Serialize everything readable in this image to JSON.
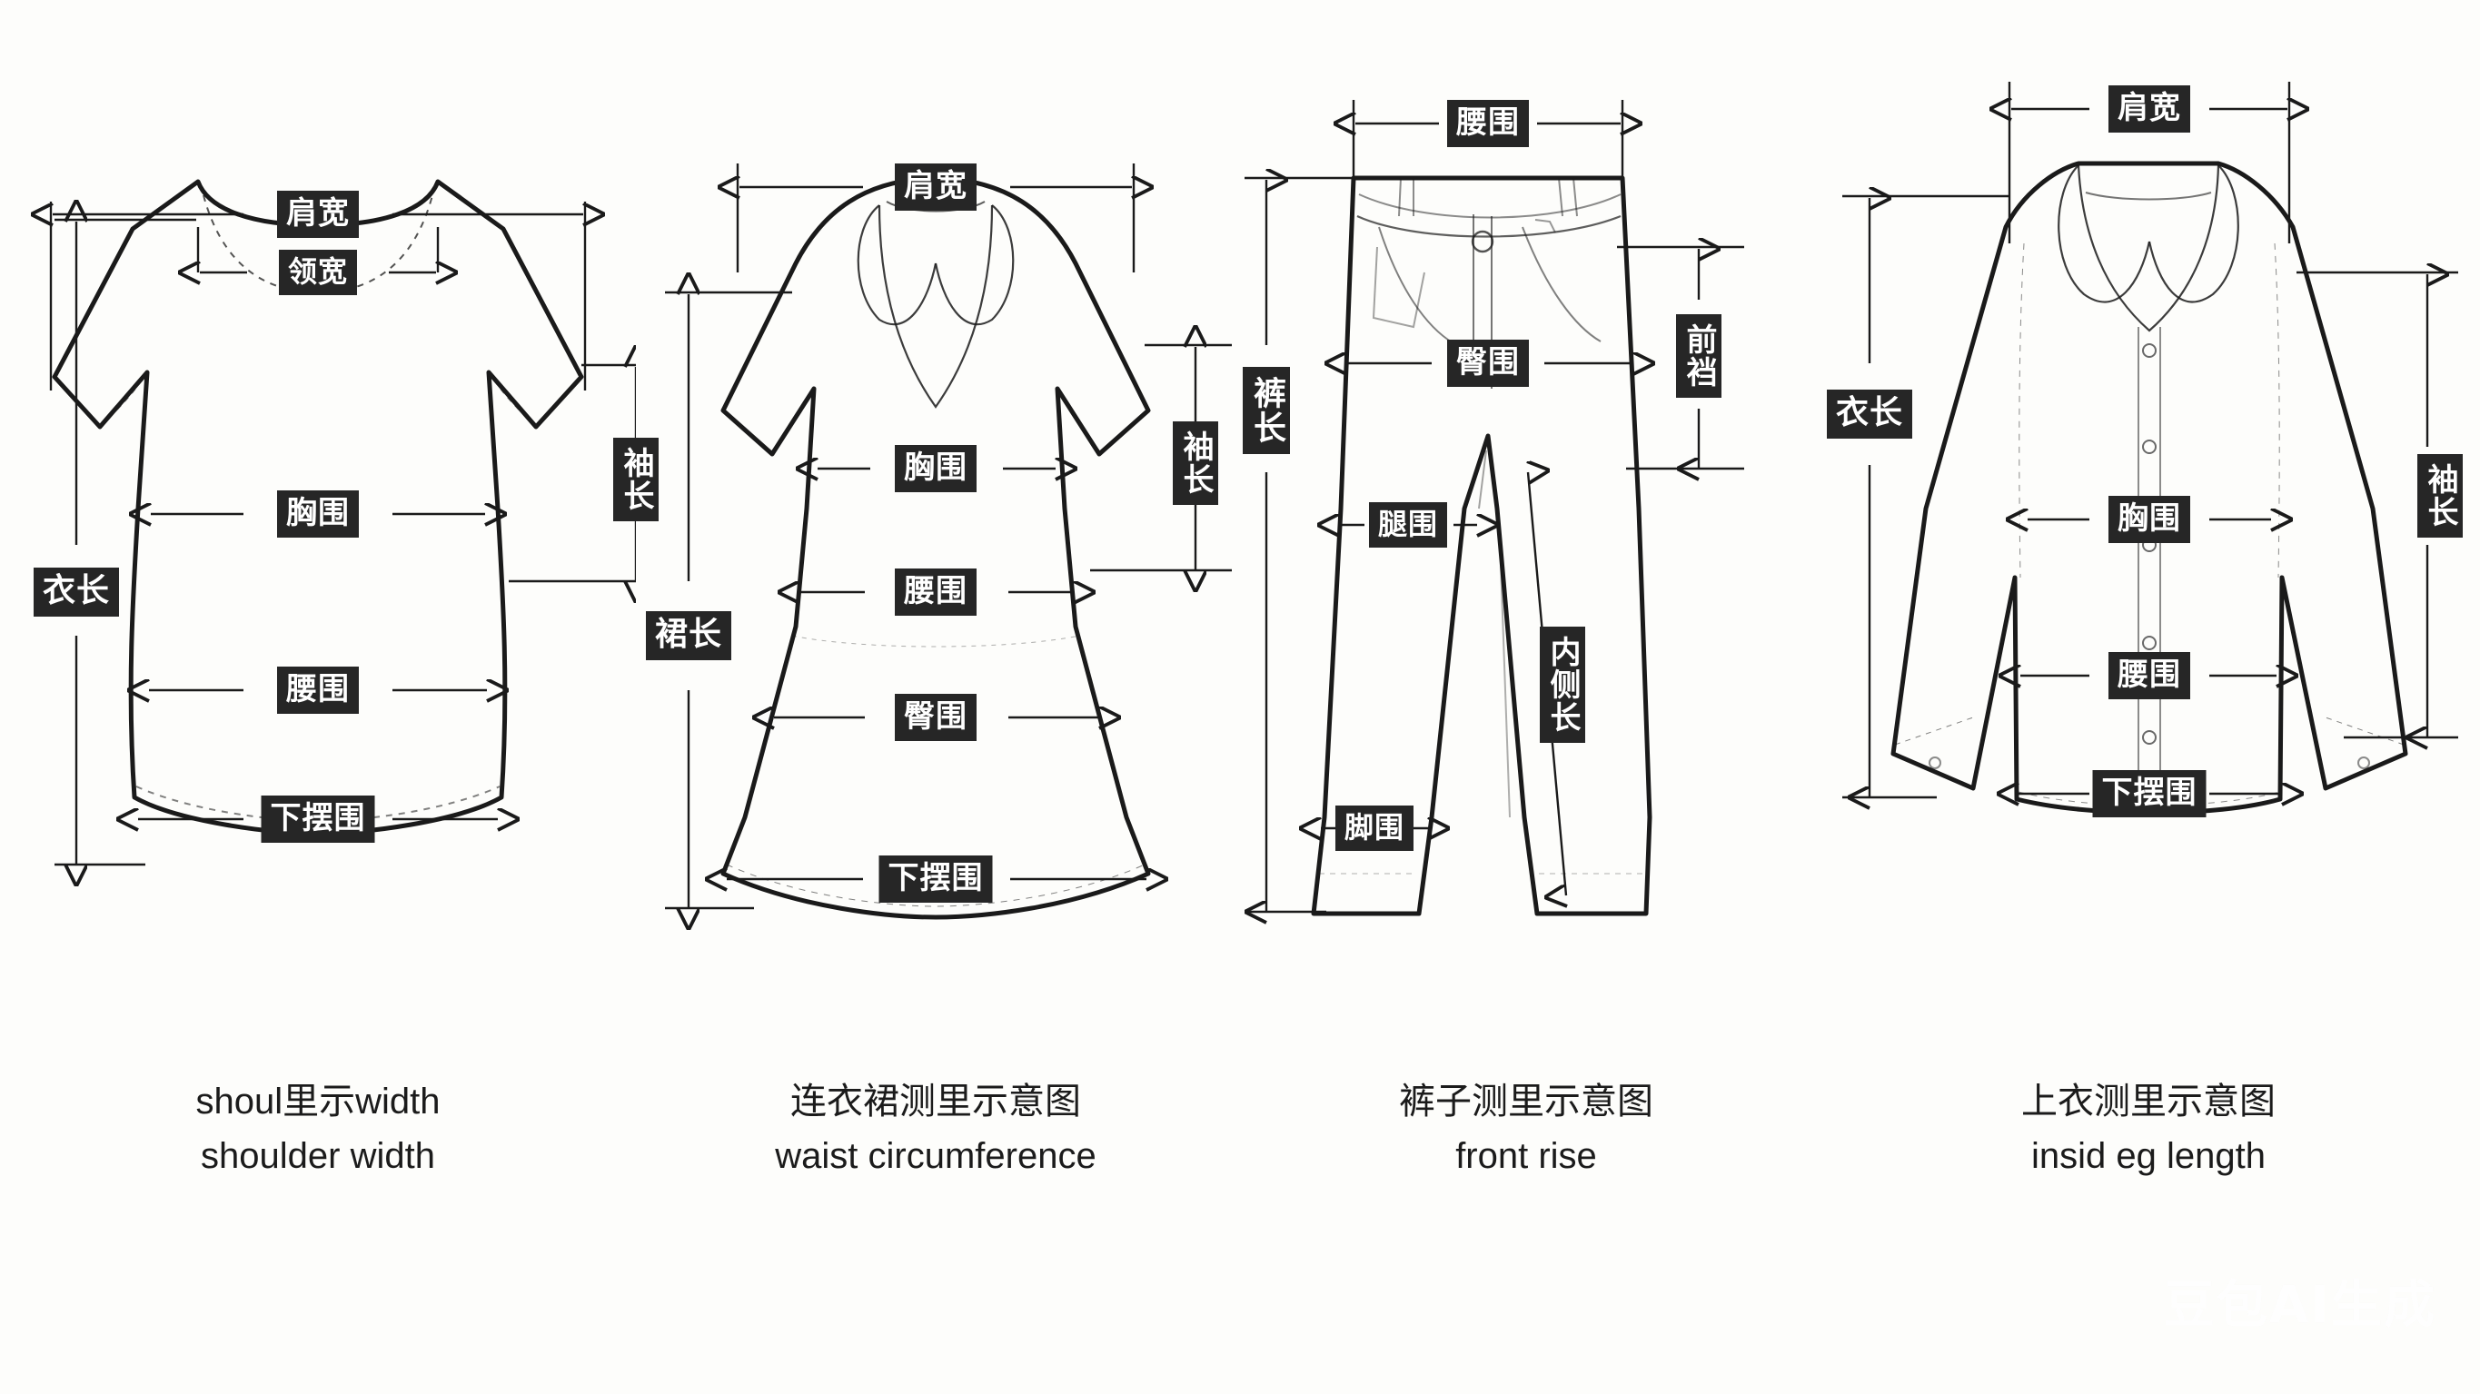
{
  "page": {
    "background": "#fdfdfb",
    "tag_bg": "#262626",
    "tag_fg": "#ffffff",
    "line_color": "#1a1a1a",
    "watermark": "豆包AI生成"
  },
  "panels": [
    {
      "id": "tshirt",
      "caption_cn": "shoul里示width",
      "caption_en": "shoulder width",
      "labels": [
        {
          "key": "shoulder-width",
          "text": "肩宽"
        },
        {
          "key": "neck-width",
          "text": "领宽"
        },
        {
          "key": "sleeve-length",
          "text": "袖长"
        },
        {
          "key": "bust",
          "text": "胸围"
        },
        {
          "key": "garment-length",
          "text": "衣长"
        },
        {
          "key": "waist",
          "text": "腰围"
        },
        {
          "key": "hem",
          "text": "下摆围"
        }
      ]
    },
    {
      "id": "dress",
      "caption_cn": "连衣裙测里示意图",
      "caption_en": "waist circumference",
      "labels": [
        {
          "key": "shoulder-width",
          "text": "肩宽"
        },
        {
          "key": "sleeve-length",
          "text": "袖长"
        },
        {
          "key": "bust",
          "text": "胸围"
        },
        {
          "key": "skirt-length",
          "text": "裙长"
        },
        {
          "key": "waist",
          "text": "腰围"
        },
        {
          "key": "hip",
          "text": "臀围"
        },
        {
          "key": "hem",
          "text": "下摆围"
        }
      ]
    },
    {
      "id": "pants",
      "caption_cn": "裤子测里示意图",
      "caption_en": "front rise",
      "labels": [
        {
          "key": "waist",
          "text": "腰围"
        },
        {
          "key": "front-rise",
          "text": "前裆"
        },
        {
          "key": "hip",
          "text": "臀围"
        },
        {
          "key": "thigh",
          "text": "腿围"
        },
        {
          "key": "pants-length",
          "text": "裤长"
        },
        {
          "key": "inseam",
          "text": "内侧长"
        },
        {
          "key": "leg-opening",
          "text": "脚围"
        }
      ]
    },
    {
      "id": "shirt",
      "caption_cn": "上衣测里示意图",
      "caption_en": "insid eg length",
      "labels": [
        {
          "key": "shoulder-width",
          "text": "肩宽"
        },
        {
          "key": "garment-length",
          "text": "衣长"
        },
        {
          "key": "bust",
          "text": "胸围"
        },
        {
          "key": "sleeve-length",
          "text": "袖长"
        },
        {
          "key": "waist",
          "text": "腰围"
        },
        {
          "key": "hem",
          "text": "下摆围"
        }
      ]
    }
  ]
}
